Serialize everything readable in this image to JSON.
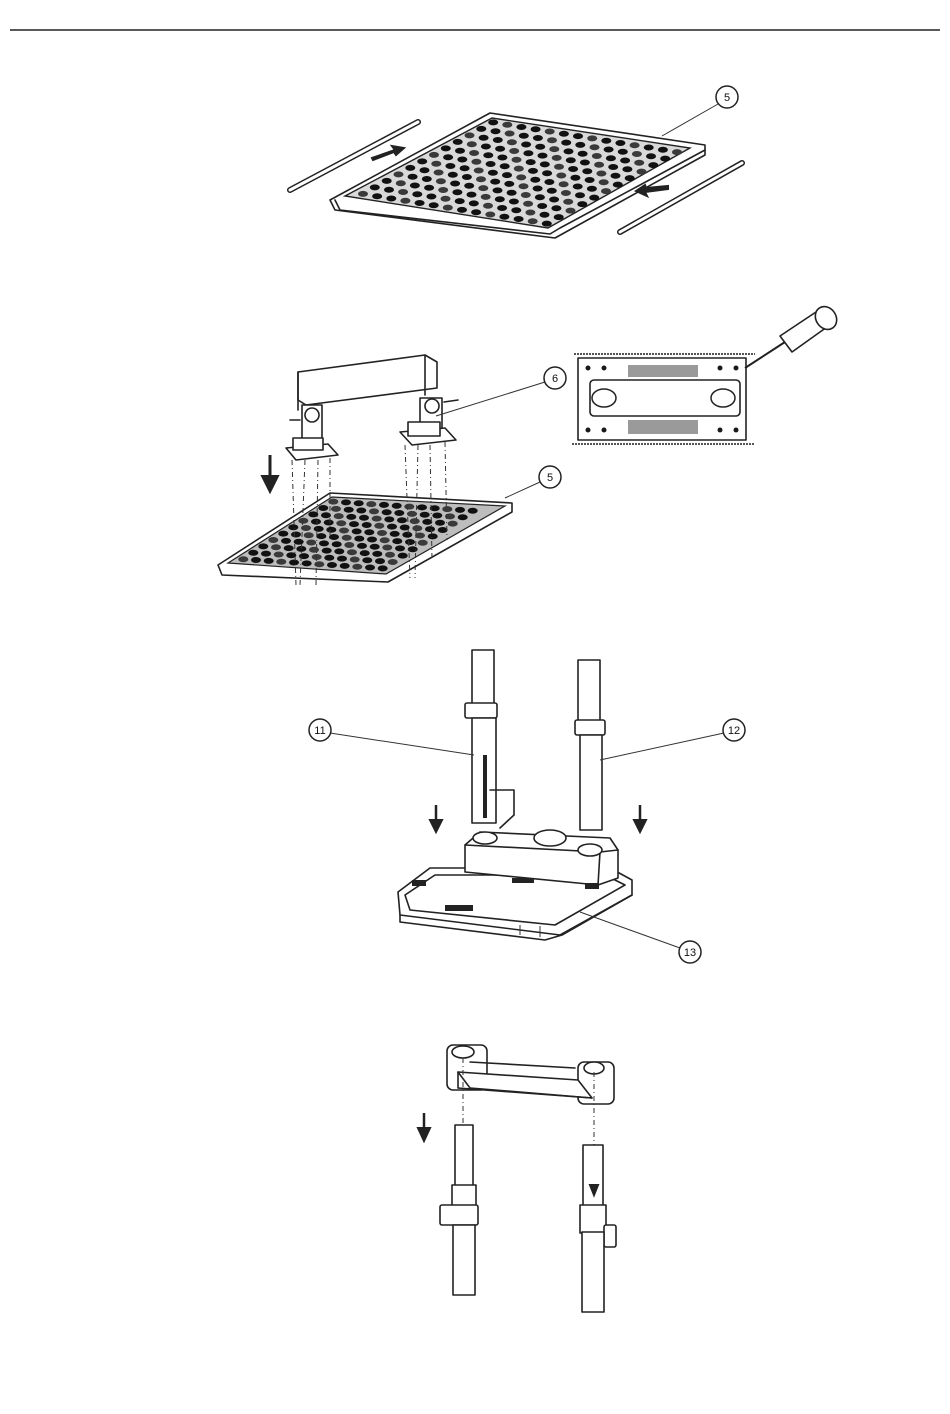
{
  "callouts": {
    "plate_top": "5",
    "bracket": "6",
    "plate_mid": "5",
    "tube_left": "11",
    "tube_right": "12",
    "base": "13"
  },
  "icons": [
    "down-arrow-icon",
    "screwdriver-icon"
  ]
}
